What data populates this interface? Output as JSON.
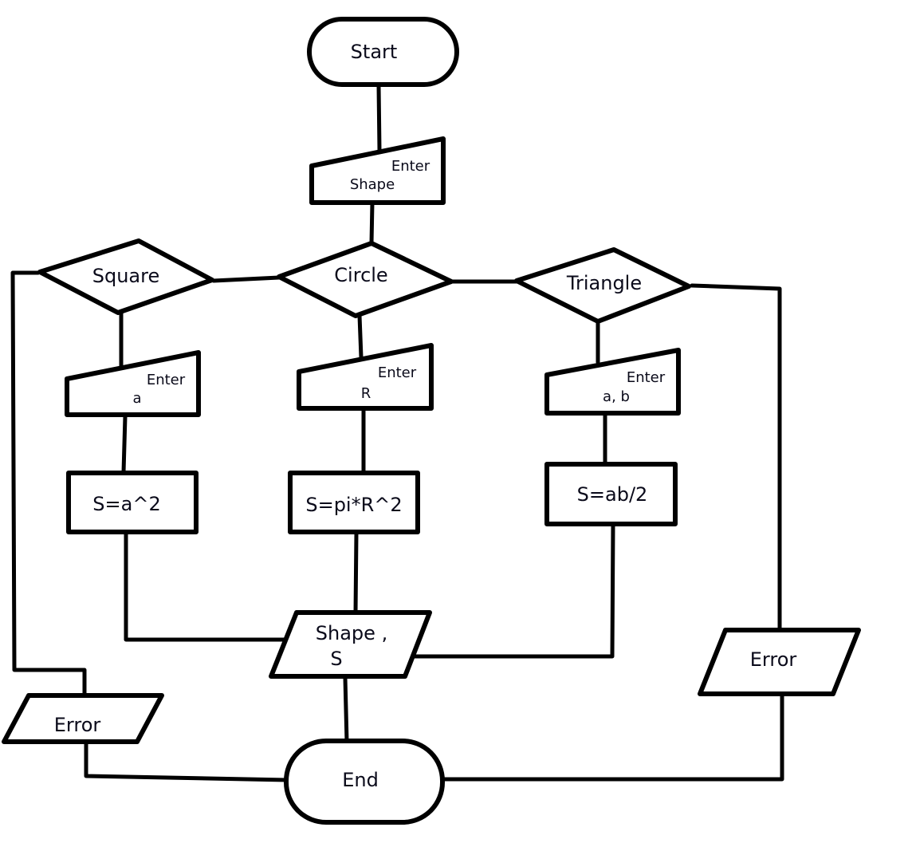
{
  "diagram": {
    "type": "flowchart",
    "colors": {
      "stroke": "#000000",
      "text": "#0a0a1a",
      "background": "#ffffff"
    },
    "nodes": {
      "start": {
        "kind": "terminator",
        "label": "Start"
      },
      "enter_shape": {
        "kind": "manual-input",
        "line1": "Enter",
        "line2": "Shape"
      },
      "decision_square": {
        "kind": "decision",
        "label": "Square"
      },
      "decision_circle": {
        "kind": "decision",
        "label": "Circle"
      },
      "decision_triangle": {
        "kind": "decision",
        "label": "Triangle"
      },
      "enter_a": {
        "kind": "manual-input",
        "line1": "Enter",
        "line2": "a"
      },
      "enter_r": {
        "kind": "manual-input",
        "line1": "Enter",
        "line2": "R"
      },
      "enter_ab": {
        "kind": "manual-input",
        "line1": "Enter",
        "line2": "a, b"
      },
      "calc_square": {
        "kind": "process",
        "label": "S=a^2"
      },
      "calc_circle": {
        "kind": "process",
        "label": "S=pi*R^2"
      },
      "calc_triangle": {
        "kind": "process",
        "label": "S=ab/2"
      },
      "output": {
        "kind": "data",
        "line1": "Shape ,",
        "line2": "S"
      },
      "error_left": {
        "kind": "data",
        "label": "Error"
      },
      "error_right": {
        "kind": "data",
        "label": "Error"
      },
      "end": {
        "kind": "terminator",
        "label": "End"
      }
    },
    "edges": [
      [
        "start",
        "enter_shape"
      ],
      [
        "enter_shape",
        "decision_circle"
      ],
      [
        "decision_circle",
        "decision_square"
      ],
      [
        "decision_circle",
        "decision_triangle"
      ],
      [
        "decision_square",
        "enter_a"
      ],
      [
        "decision_circle",
        "enter_r"
      ],
      [
        "decision_triangle",
        "enter_ab"
      ],
      [
        "enter_a",
        "calc_square"
      ],
      [
        "enter_r",
        "calc_circle"
      ],
      [
        "enter_ab",
        "calc_triangle"
      ],
      [
        "calc_square",
        "output"
      ],
      [
        "calc_circle",
        "output"
      ],
      [
        "calc_triangle",
        "output"
      ],
      [
        "decision_square",
        "error_left"
      ],
      [
        "decision_triangle",
        "error_right"
      ],
      [
        "output",
        "end"
      ],
      [
        "error_left",
        "end"
      ],
      [
        "error_right",
        "end"
      ]
    ]
  }
}
